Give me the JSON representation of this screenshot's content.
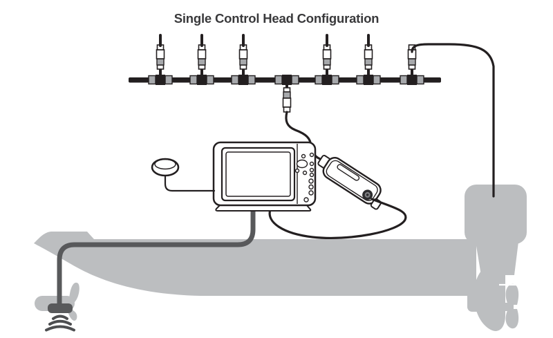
{
  "title": "Single Control Head Configuration",
  "colors": {
    "background": "#ffffff",
    "line": "#231f20",
    "silhouette_gray": "#bcbec0",
    "cable_dark_gray": "#58595b",
    "connector_gray": "#a7a9ac",
    "title_color": "#39393b",
    "sonar_arc_gray": "#4d4e50"
  },
  "parts": [
    "network-backbone-bus",
    "t-connector",
    "drop-connector",
    "control-head-display",
    "gps-receiver-puck",
    "interface-module",
    "boat-hull",
    "outboard-motor",
    "trolling-motor",
    "transducer",
    "sonar-waves"
  ]
}
